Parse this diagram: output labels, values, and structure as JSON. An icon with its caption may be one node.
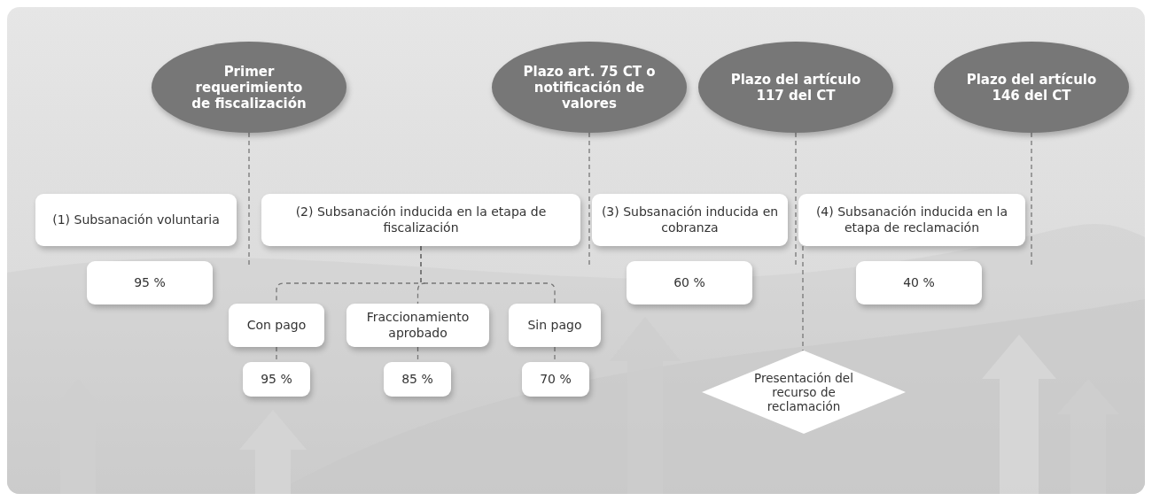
{
  "diagram": {
    "nodes": [
      {
        "text": [
          "Primer requerimiento de fiscalización"
        ]
      },
      {
        "text": [
          "Plazo art. 75 CT o notificación de valores"
        ]
      },
      {
        "text": [
          "Plazo del artículo 117 del CT"
        ]
      },
      {
        "text": [
          "Plazo del artículo 146 del CT"
        ]
      },
      {
        "text": [
          "(1) Subsanación voluntaria"
        ]
      },
      {
        "text": [
          "(2) Subsanación inducida en la etapa de fiscalización"
        ]
      },
      {
        "text": [
          "(3) Subsanación inducida en cobranza"
        ]
      },
      {
        "text": [
          "(4) Subsanación inducida en la etapa de reclamación"
        ]
      },
      {
        "text": [
          "95 %"
        ]
      },
      {
        "text": [
          "60 %"
        ]
      },
      {
        "text": [
          "40 %"
        ]
      },
      {
        "text": [
          "Con pago"
        ]
      },
      {
        "text": [
          "Fraccionamiento aprobado"
        ]
      },
      {
        "text": [
          "Sin pago"
        ]
      },
      {
        "text": [
          "95 %"
        ]
      },
      {
        "text": [
          "85 %"
        ]
      },
      {
        "text": [
          "70 %"
        ]
      },
      {
        "text": [
          "Presentación del recurso de reclamación"
        ]
      }
    ],
    "edges": [
      {
        "from": 0,
        "to": null,
        "arrow": "none",
        "style": "dashed"
      },
      {
        "from": 1,
        "to": null,
        "arrow": "none",
        "style": "dashed"
      },
      {
        "from": 2,
        "to": null,
        "arrow": "none",
        "style": "dashed"
      },
      {
        "from": 3,
        "to": null,
        "arrow": "none",
        "style": "dashed"
      },
      {
        "from": 5,
        "to": 11,
        "arrow": "none",
        "style": "dashed"
      },
      {
        "from": 5,
        "to": 12,
        "arrow": "none",
        "style": "dashed"
      },
      {
        "from": 5,
        "to": 13,
        "arrow": "none",
        "style": "dashed"
      },
      {
        "from": 11,
        "to": 14,
        "arrow": "none",
        "style": "dashed"
      },
      {
        "from": 12,
        "to": 15,
        "arrow": "none",
        "style": "dashed"
      },
      {
        "from": 13,
        "to": 16,
        "arrow": "none",
        "style": "dashed"
      },
      {
        "from": 7,
        "to": 17,
        "arrow": "none",
        "style": "dashed"
      }
    ]
  }
}
